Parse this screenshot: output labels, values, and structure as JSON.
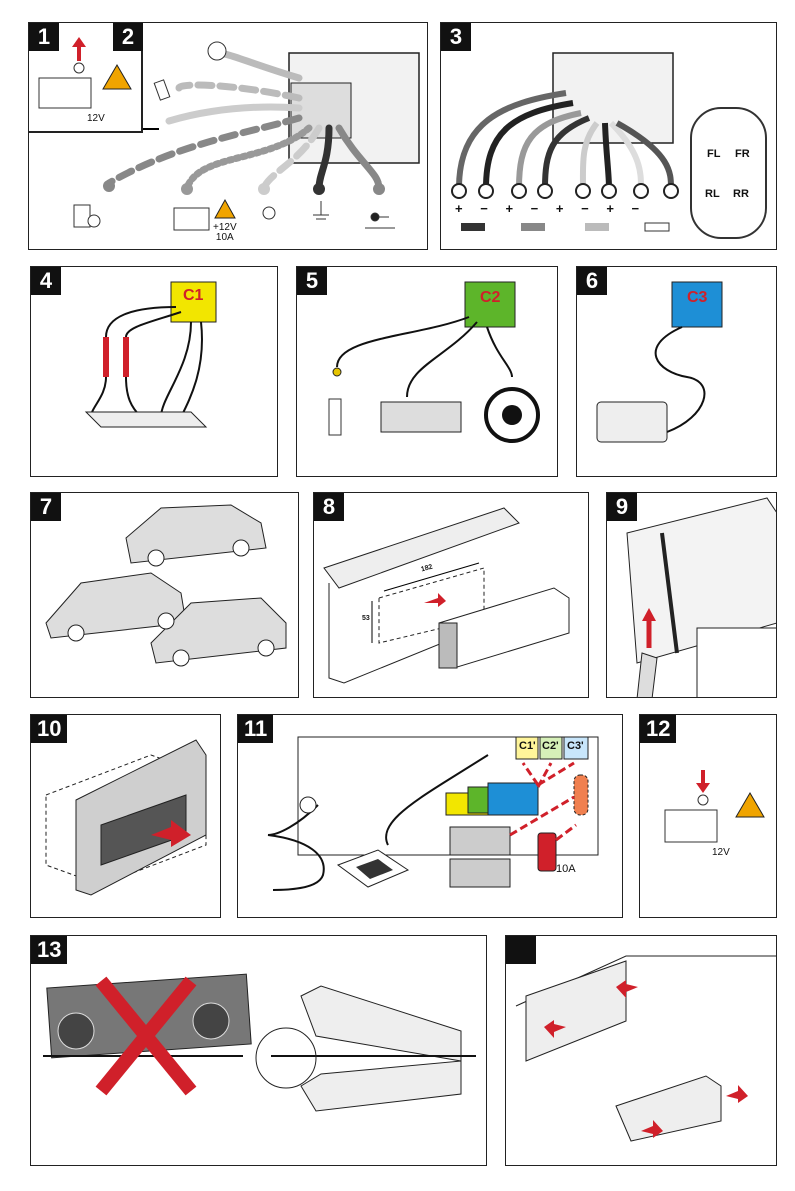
{
  "panels": {
    "p1": {
      "num": "1",
      "voltage": "12V"
    },
    "p2": {
      "num": "2",
      "power_label_1": "+12V",
      "power_label_2": "10A"
    },
    "p3": {
      "num": "3",
      "plus": "+",
      "minus": "−",
      "car_fl": "FL",
      "car_fr": "FR",
      "car_rl": "RL",
      "car_rr": "RR"
    },
    "p4": {
      "num": "4",
      "connector": "C1"
    },
    "p5": {
      "num": "5",
      "connector": "C2"
    },
    "p6": {
      "num": "6",
      "connector": "C3"
    },
    "p7": {
      "num": "7"
    },
    "p8": {
      "num": "8",
      "width_dim": "182",
      "height_dim": "53"
    },
    "p9": {
      "num": "9"
    },
    "p10": {
      "num": "10"
    },
    "p11": {
      "num": "11",
      "slot1": "C1'",
      "slot2": "C2'",
      "slot3": "C3'",
      "fuse": "10A"
    },
    "p12": {
      "num": "12",
      "voltage": "12V"
    },
    "p13": {
      "num": "13"
    },
    "p14": {
      "num": ""
    }
  },
  "colors": {
    "c1": "#f2e600",
    "c2": "#5db52a",
    "c3": "#1e8fd6",
    "arrow": "#d0202a",
    "warning": "#f0a400"
  }
}
